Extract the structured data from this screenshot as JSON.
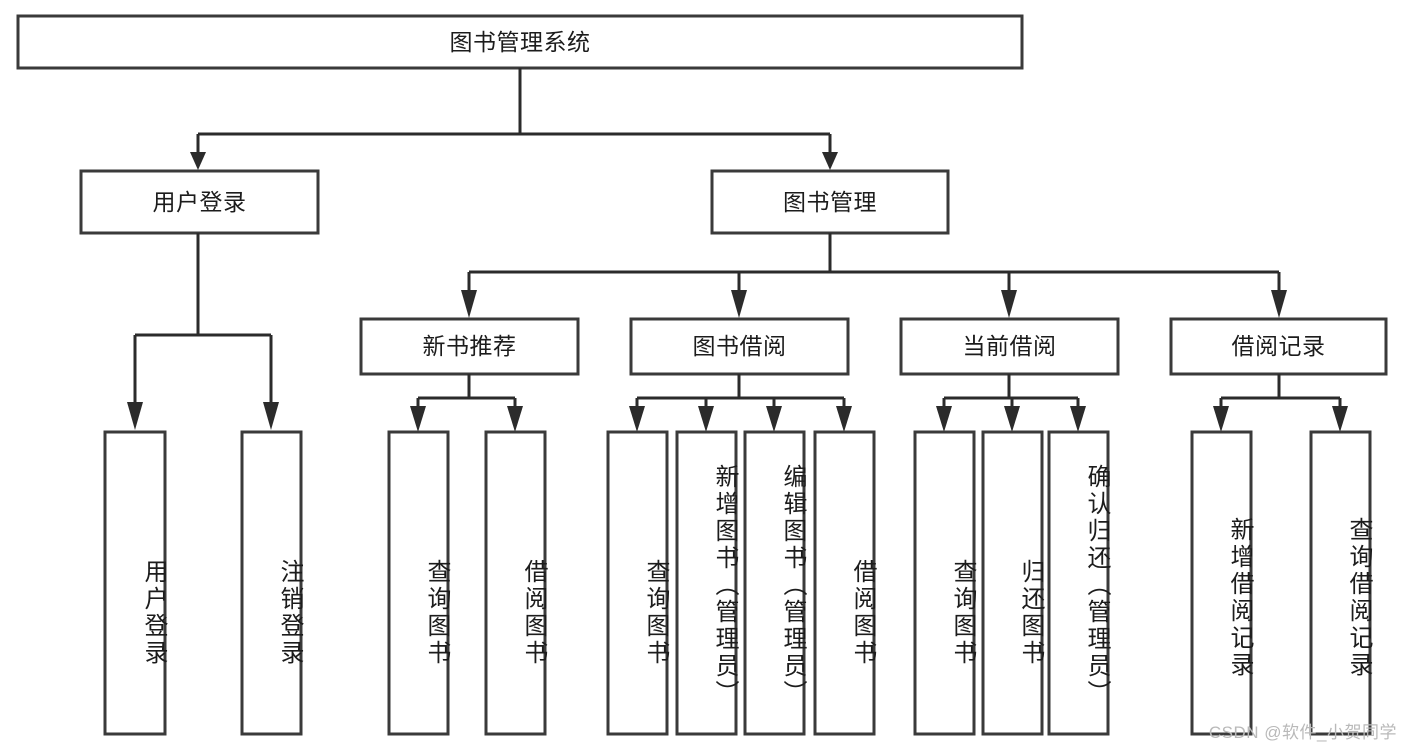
{
  "diagram": {
    "title": "图书管理系统",
    "type": "tree-hierarchy-diagram",
    "colors": {
      "box_stroke": "#3a3a3a",
      "box_fill": "#ffffff",
      "line": "#2b2b2b",
      "text": "#1c1c1c",
      "background": "#ffffff",
      "watermark": "#b9b9b9"
    },
    "root": {
      "label": "图书管理系统"
    },
    "level2": [
      {
        "label": "用户登录"
      },
      {
        "label": "图书管理"
      }
    ],
    "level3": [
      {
        "label": "新书推荐"
      },
      {
        "label": "图书借阅"
      },
      {
        "label": "当前借阅"
      },
      {
        "label": "借阅记录"
      }
    ],
    "leaves": {
      "user_login": [
        {
          "label": "用户登录"
        },
        {
          "label": "注销登录"
        }
      ],
      "new_book_recommend": [
        {
          "label": "查询图书"
        },
        {
          "label": "借阅图书"
        }
      ],
      "book_borrow": [
        {
          "label": "查询图书"
        },
        {
          "label": "新增图书（管理员）"
        },
        {
          "label": "编辑图书（管理员）"
        },
        {
          "label": "借阅图书"
        }
      ],
      "current_borrow": [
        {
          "label": "查询图书"
        },
        {
          "label": "归还图书"
        },
        {
          "label": "确认归还（管理员）"
        }
      ],
      "borrow_records": [
        {
          "label": "新增借阅记录"
        },
        {
          "label": "查询借阅记录"
        }
      ]
    }
  },
  "watermark": {
    "text": "CSDN @软件_小贺同学"
  }
}
